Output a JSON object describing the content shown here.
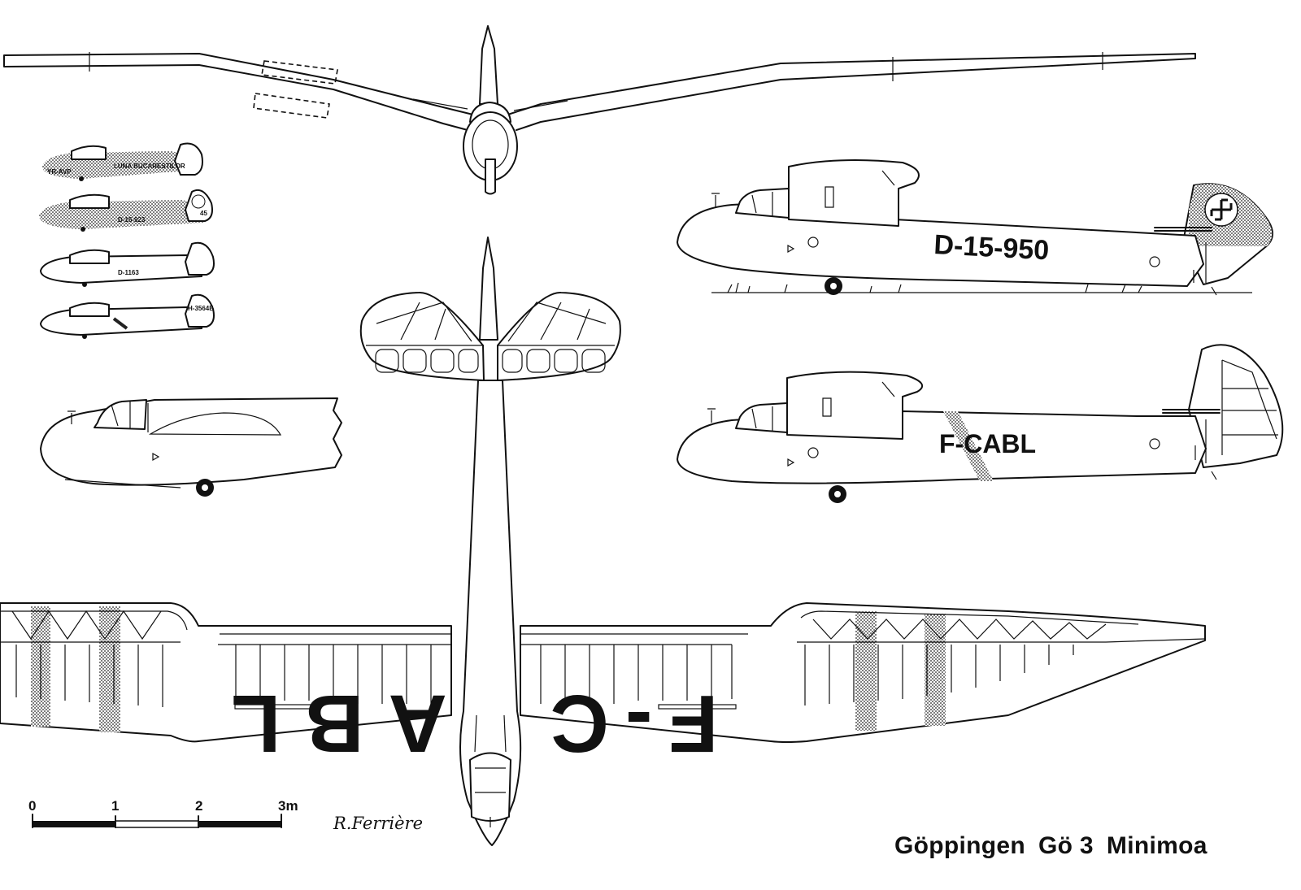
{
  "title": {
    "maker": "Göppingen",
    "type": "Gö 3",
    "name": "Minimoa"
  },
  "signature": "R.Ferrière",
  "scale_bar": {
    "ticks": [
      "0",
      "1",
      "2",
      "3m"
    ]
  },
  "registrations": {
    "side_view_1": "D-15-950",
    "side_view_2": "F-CABL",
    "wing_left": "ABL",
    "wing_right": "F-C"
  },
  "variants": [
    {
      "registration": "YR-AVP",
      "name": "LUNA BUCARESTILOR"
    },
    {
      "registration": "D-15-923",
      "number": "45"
    },
    {
      "registration": "D-1163"
    },
    {
      "registration": "H-3564E"
    }
  ],
  "colors": {
    "ink": "#111111",
    "paper": "#ffffff"
  }
}
